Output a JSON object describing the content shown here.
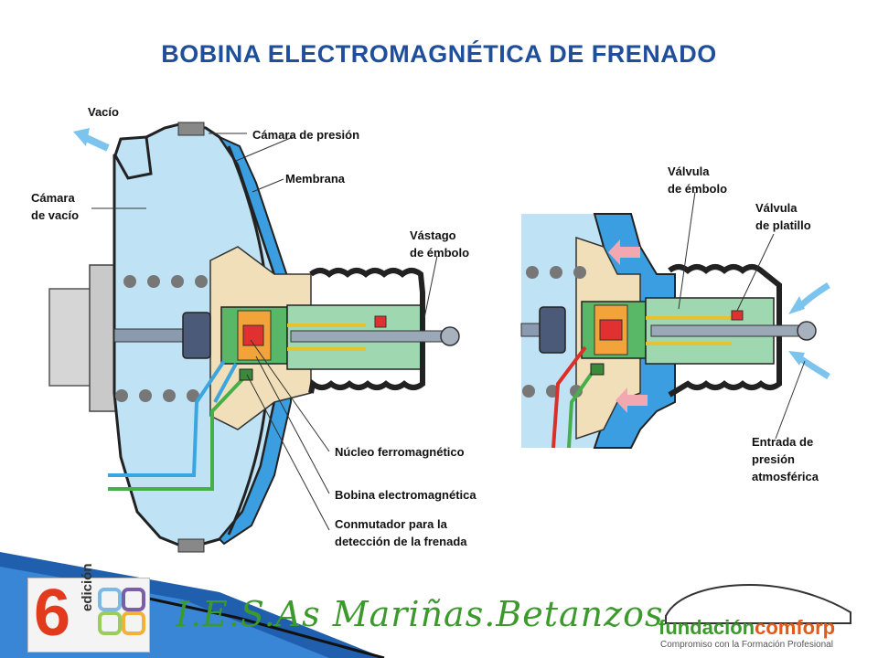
{
  "title": "BOBINA ELECTROMAGNÉTICA DE FRENADO",
  "labels": {
    "vacio": "Vacío",
    "camara_presion": "Cámara de presión",
    "membrana": "Membrana",
    "camara_vacio_1": "Cámara",
    "camara_vacio_2": "de vacío",
    "vastago_1": "Vástago",
    "vastago_2": "de émbolo",
    "valvula_embolo_1": "Válvula",
    "valvula_embolo_2": "de émbolo",
    "valvula_platillo_1": "Válvula",
    "valvula_platillo_2": "de platillo",
    "nucleo": "Núcleo ferromagnético",
    "bobina": "Bobina electromagnética",
    "conmutador_1": "Conmutador para la",
    "conmutador_2": "detección de la frenada",
    "entrada_1": "Entrada de",
    "entrada_2": "presión",
    "entrada_3": "atmosférica"
  },
  "footer": {
    "school": "I.E.S.As Mariñas.Betanzos",
    "edition_number": "6",
    "edition_word": "edición",
    "logo_name_part1": "fundación",
    "logo_name_part2": "comforp",
    "logo_tagline": "Compromiso con la Formación Profesional"
  },
  "colors": {
    "title": "#1f4e9a",
    "vacuum_chamber": "#bfe3f5",
    "pressure_chamber": "#3a9ee0",
    "housing": "#f0dfb8",
    "core": "#e03030",
    "green_part": "#58b868",
    "wire_blue": "#3aa6e0",
    "wire_green": "#45b04a",
    "wire_red": "#d9302a"
  }
}
